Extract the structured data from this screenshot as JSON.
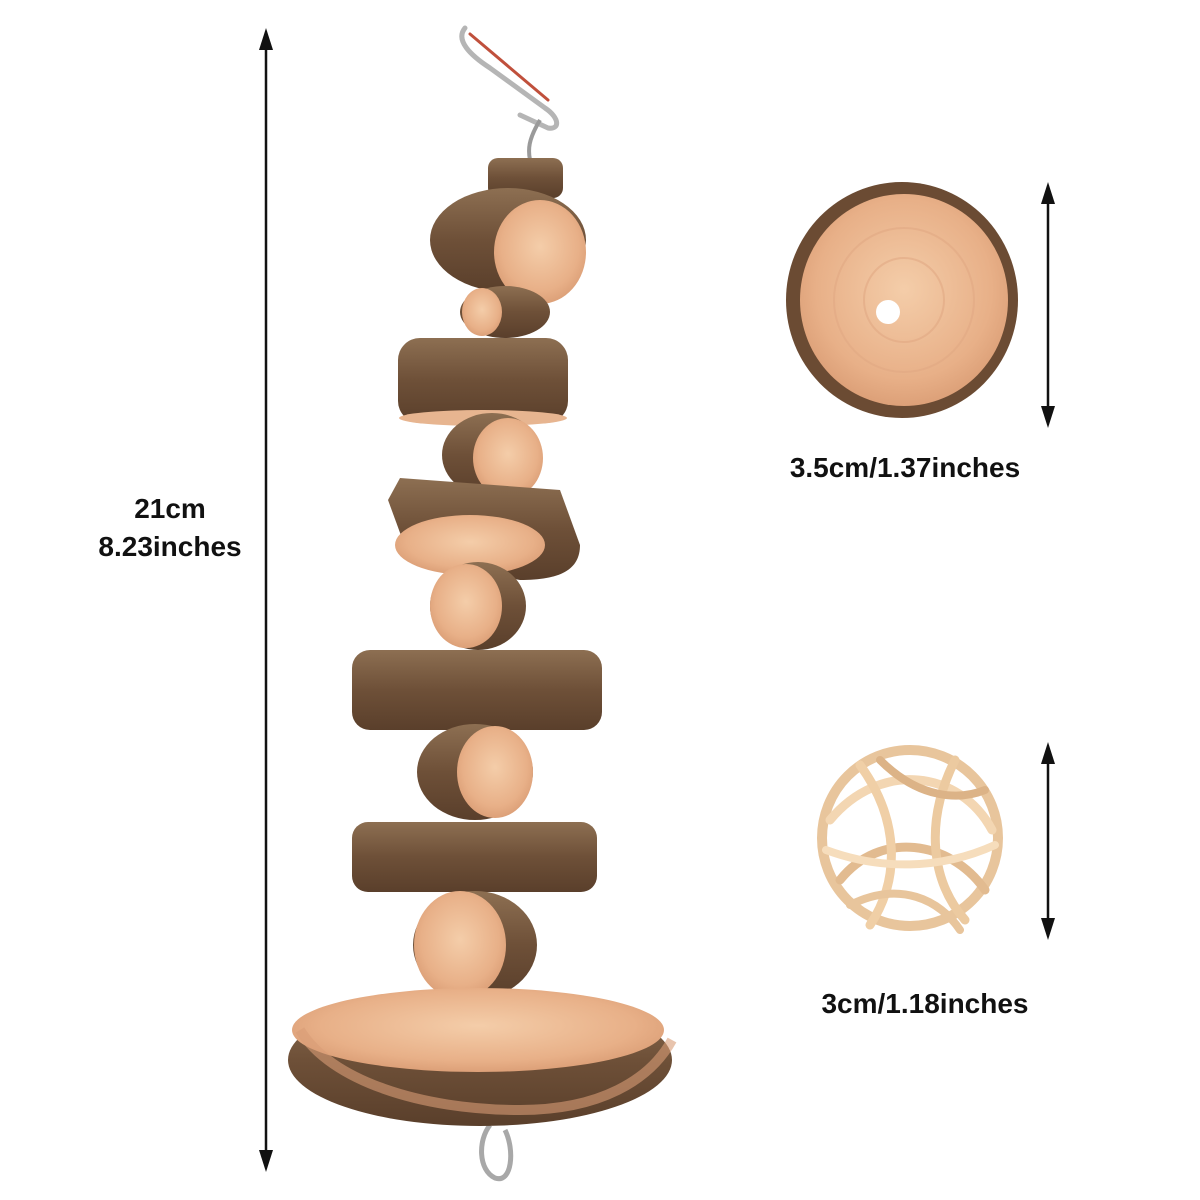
{
  "measurements": {
    "total_length_cm": "21cm",
    "total_length_in": "8.23inches",
    "slice_diameter": "3.5cm/1.37inches",
    "ball_diameter": "3cm/1.18inches"
  },
  "colors": {
    "bark": "#7a5a3c",
    "wood_face": "#e9b48e",
    "wood_face_light": "#f2c9a4",
    "rattan": "#f0cfa6",
    "arrow": "#111111",
    "metal": "#b9b9b9",
    "hook_accent": "#c0503c"
  }
}
